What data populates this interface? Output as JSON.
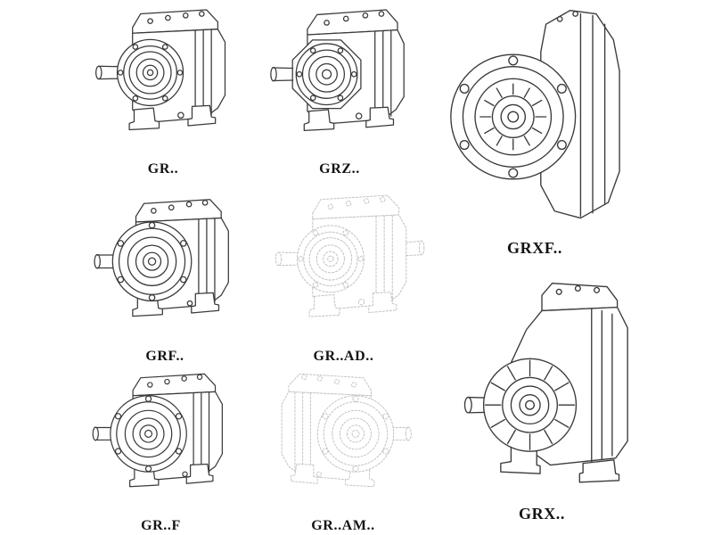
{
  "page": {
    "background": "#ffffff",
    "line_color": "#3a3a3a",
    "dashed_line_color": "#c2c2c2",
    "label_color": "#141414"
  },
  "figures": [
    {
      "id": "gr",
      "label": "GR..",
      "icon": "foot-mounted-helical-gearbox-drawing",
      "style": "solid"
    },
    {
      "id": "grz",
      "label": "GRZ..",
      "icon": "foot-mounted-helical-gearbox-drawing",
      "style": "solid"
    },
    {
      "id": "grxf",
      "label": "GRXF..",
      "icon": "flange-mounted-gearbox-front-drawing",
      "style": "solid"
    },
    {
      "id": "grf",
      "label": "GRF..",
      "icon": "flange-foot-gearbox-drawing",
      "style": "solid"
    },
    {
      "id": "gr-ad",
      "label": "GR..AD..",
      "icon": "gearbox-with-input-adapter-drawing",
      "style": "dashed"
    },
    {
      "id": "grx",
      "label": "GRX..",
      "icon": "large-foot-mounted-gearbox-drawing",
      "style": "solid"
    },
    {
      "id": "gr-f",
      "label": "GR..F",
      "icon": "flange-foot-gearbox-drawing",
      "style": "solid"
    },
    {
      "id": "gr-am",
      "label": "GR..AM..",
      "icon": "gearbox-with-motor-adapter-drawing",
      "style": "dashed"
    }
  ]
}
